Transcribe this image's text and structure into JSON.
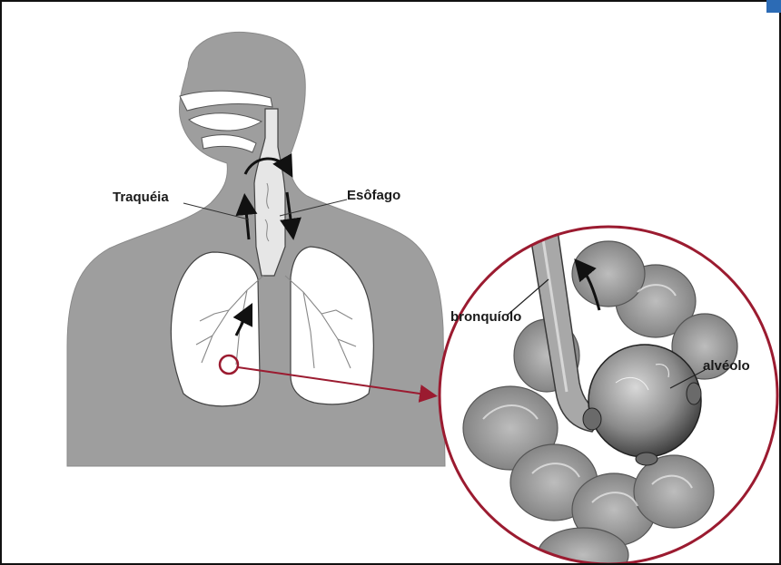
{
  "labels": {
    "trachea": "Traquéia",
    "esophagus": "Esôfago",
    "bronchiole": "bronquíolo",
    "alveolus": "alvéolo"
  },
  "colors": {
    "body_silhouette": "#9e9e9e",
    "lungs": "#ffffff",
    "airway": "#e6e6e6",
    "highlight_ring": "#9b1b30",
    "frame": "#111111",
    "corner_mark": "#2c6bb5"
  },
  "icons": {
    "arrow": "arrow-icon",
    "highlight": "circle-highlight-icon"
  }
}
